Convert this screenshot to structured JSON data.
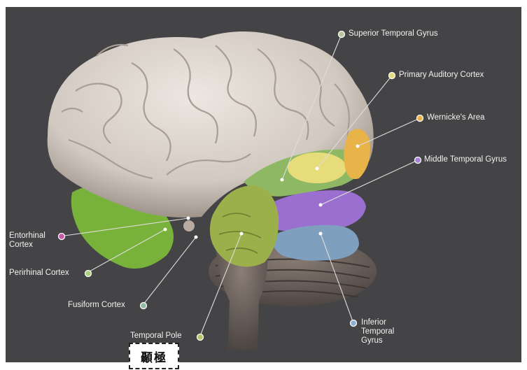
{
  "caption": "顳極",
  "labels": {
    "superior_temporal_gyrus": "Superior Temporal Gyrus",
    "primary_auditory_cortex": "Primary Auditory Cortex",
    "wernickes_area": "Wernicke's Area",
    "middle_temporal_gyrus": "Middle Temporal Gyrus",
    "entorhinal_cortex_line1": "Entorhinal",
    "entorhinal_cortex_line2": "Cortex",
    "perirhinal_cortex": "Perirhinal Cortex",
    "fusiform_cortex": "Fusiform Cortex",
    "temporal_pole": "Temporal Pole",
    "inferior_temporal_gyrus_line1": "Inferior",
    "inferior_temporal_gyrus_line2": "Temporal",
    "inferior_temporal_gyrus_line3": "Gyrus"
  },
  "colors": {
    "background": "#444446",
    "brain": "#d9d2cb",
    "superior_temporal_gyrus": "#8fb865",
    "primary_auditory_cortex": "#e6dc7a",
    "wernickes_area": "#e8b44a",
    "middle_temporal_gyrus": "#9b6fd0",
    "inferior_temporal_gyrus": "#7f9fbf",
    "temporal_pole": "#9bb04a",
    "perirhinal_cortex": "#7fbf3a",
    "fusiform_cortex": "#8fbba0",
    "entorhinal_cortex": "#c45aa8"
  }
}
